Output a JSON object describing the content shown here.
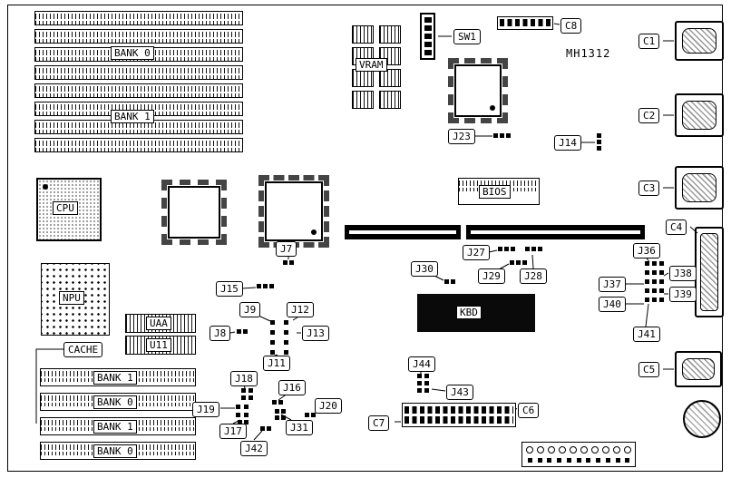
{
  "part_number": "MH1312",
  "labels": {
    "cpu": "CPU",
    "npu": "NPU",
    "cache": "CACHE",
    "vram": "VRAM",
    "bios": "BIOS",
    "kbd": "KBD",
    "uaa": "UAA",
    "u11": "U11",
    "sw1": "SW1",
    "c1": "C1",
    "c2": "C2",
    "c3": "C3",
    "c4": "C4",
    "c5": "C5",
    "c6": "C6",
    "c7": "C7",
    "c8": "C8",
    "j7": "J7",
    "j8": "J8",
    "j9": "J9",
    "j11": "J11",
    "j12": "J12",
    "j13": "J13",
    "j14": "J14",
    "j15": "J15",
    "j16": "J16",
    "j17": "J17",
    "j18": "J18",
    "j19": "J19",
    "j20": "J20",
    "j23": "J23",
    "j27": "J27",
    "j28": "J28",
    "j29": "J29",
    "j30": "J30",
    "j31": "J31",
    "j36": "J36",
    "j37": "J37",
    "j38": "J38",
    "j39": "J39",
    "j40": "J40",
    "j41": "J41",
    "j42": "J42",
    "j43": "J43",
    "j44": "J44"
  },
  "top_memory_banks": [
    "BANK 0",
    "BANK 1"
  ],
  "bottom_memory_banks": [
    "BANK 1",
    "BANK 0",
    "BANK 1",
    "BANK 0"
  ]
}
